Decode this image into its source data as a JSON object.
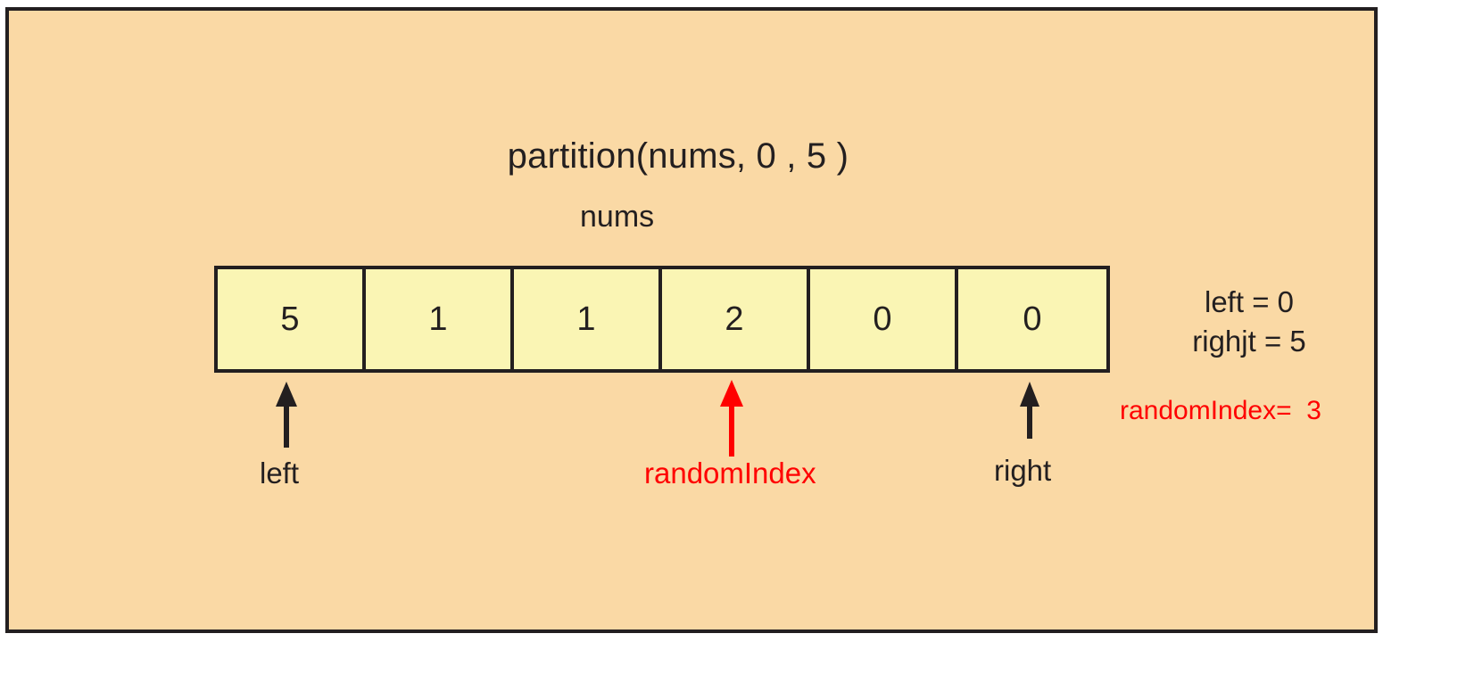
{
  "figure": {
    "title": "partition(nums, 0 , 5 )",
    "array_caption": "nums",
    "background_color": "#fad9a5",
    "cell_color": "#faf5b4",
    "border_color": "#231f20",
    "highlight_color": "#ff0000"
  },
  "array": {
    "name": "nums",
    "values": [
      "5",
      "1",
      "1",
      "2",
      "0",
      "0"
    ]
  },
  "pointers": [
    {
      "label": "left",
      "index": 0,
      "color": "#231f20"
    },
    {
      "label": "randomIndex",
      "index": 3,
      "color": "#ff0000"
    },
    {
      "label": "right",
      "index": 5,
      "color": "#231f20"
    }
  ],
  "annotations": {
    "left_var": "left = 0",
    "right_var": "righjt = 5",
    "vars_block": "left = 0\nrighjt = 5",
    "random_index": "randomIndex=  3"
  }
}
